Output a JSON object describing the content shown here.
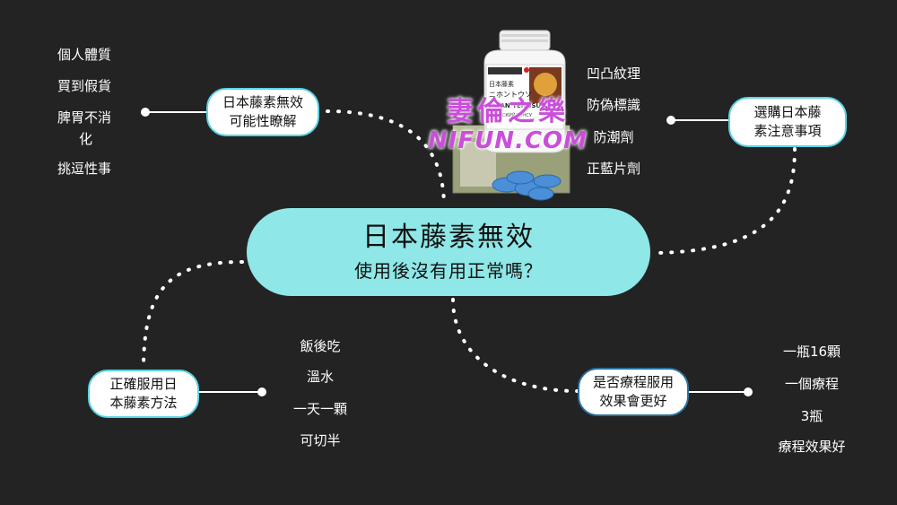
{
  "center": {
    "title": "日本藤素無效",
    "subtitle": "使用後沒有用正常嗎？"
  },
  "branches": {
    "reasons": {
      "label": [
        "日本藤素無效",
        "可能性瞭解"
      ],
      "leaves": [
        [
          "個人體質"
        ],
        [
          "買到假貨"
        ],
        [
          "脾胃不消",
          "化"
        ],
        [
          "挑逗性事"
        ]
      ]
    },
    "buying": {
      "label": [
        "選購日本藤",
        "素注意事項"
      ],
      "leaves": [
        "凹凸紋理",
        "防偽標識",
        "防潮劑",
        "正藍片劑"
      ]
    },
    "usage": {
      "label": [
        "正確服用日",
        "本藤素方法"
      ],
      "leaves": [
        "飯後吃",
        "溫水",
        "一天一顆",
        "可切半"
      ]
    },
    "course": {
      "label": [
        "是否療程服用",
        "效果會更好"
      ],
      "leaves": [
        "一瓶16顆",
        "一個療程",
        "3瓶",
        "療程效果好"
      ]
    }
  },
  "product": {
    "bottle_label": [
      "日本藤素",
      "ニホントウソ",
      "JAPAN TENGSU",
      "ЯПОНСКИЙ ТЭНСУ"
    ],
    "watermark": [
      "妻倫之樂",
      "NIFUN.COM"
    ]
  },
  "colors": {
    "background": "#232323",
    "center_fill": "#8fe7e7",
    "node_border": "#5ad4e6",
    "node_border_alt": "#2a6f9e",
    "pill": "#4a8fd8",
    "watermark": "#c94fd8"
  }
}
